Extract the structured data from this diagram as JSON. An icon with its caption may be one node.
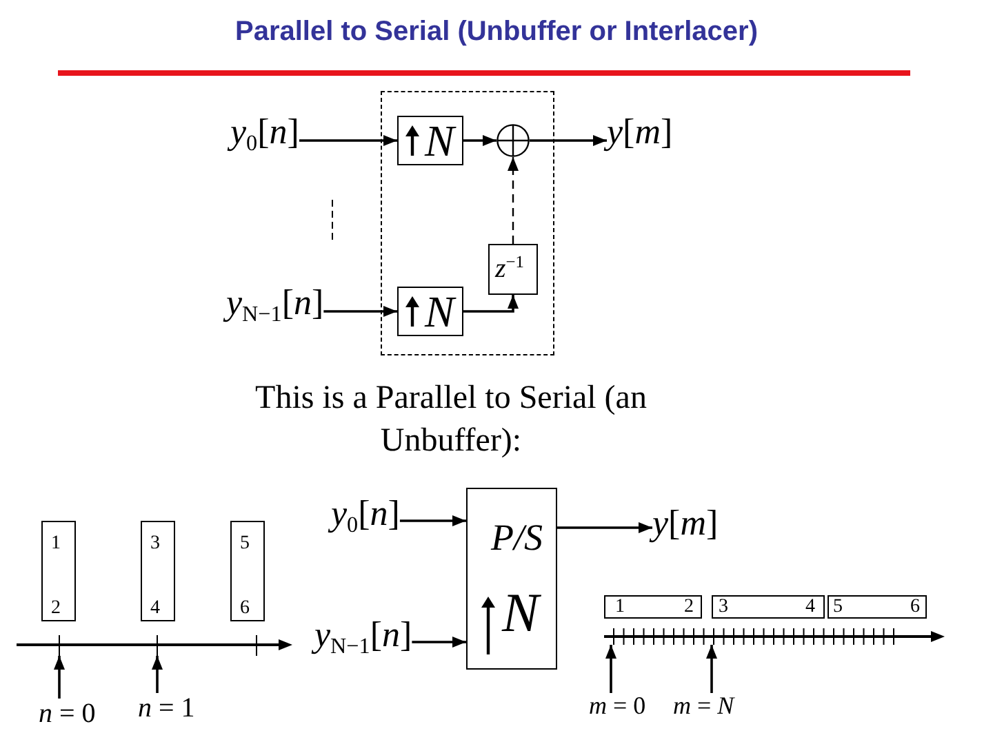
{
  "diagram": {
    "title": "Parallel to Serial (Unbuffer or Interlacer)",
    "nodes": [
      {
        "text": [],
        "shape": "box"
      },
      {
        "text": [
          "*y*$_{0}$[*n*]"
        ]
      },
      {
        "text": [
          "N"
        ],
        "in": 0
      },
      {
        "text": [],
        "shape": "circle",
        "in": 0
      },
      {
        "text": [
          "*y*[*m*]"
        ]
      },
      {
        "text": [
          "*y*$_{N−1}$[*n*]"
        ]
      },
      {
        "text": [
          "N"
        ],
        "in": 0
      },
      {
        "text": [
          "*z*$^{−1}$"
        ],
        "in": 0
      },
      {
        "text": [
          "1",
          "2"
        ]
      },
      {
        "text": [
          "3",
          "4"
        ]
      },
      {
        "text": [
          "5",
          "6"
        ]
      },
      {
        "text": [],
        "shape": "axis"
      },
      {
        "text": [
          "*n* = 0"
        ]
      },
      {
        "text": [
          "*n* = 1"
        ]
      },
      {
        "text": [
          "*y*$_{0}$[*n*]"
        ]
      },
      {
        "text": [
          "P/S",
          "N"
        ]
      },
      {
        "text": [
          "*y*[*m*]"
        ]
      },
      {
        "text": [
          "*y*$_{N−1}$[*n*]"
        ]
      },
      {
        "text": [
          "1",
          "2"
        ]
      },
      {
        "text": [
          "3",
          "4"
        ]
      },
      {
        "text": [
          "5",
          "6"
        ]
      },
      {
        "text": [],
        "shape": "axis"
      },
      {
        "text": [
          "*m* = 0"
        ]
      },
      {
        "text": [
          "*m* = *N*"
        ]
      }
    ],
    "edges": [
      {
        "from": 1,
        "to": 2,
        "arrow": "to"
      },
      {
        "from": 2,
        "to": 3,
        "arrow": "to"
      },
      {
        "from": 3,
        "to": 4,
        "arrow": "to"
      },
      {
        "from": 5,
        "to": 6,
        "arrow": "to"
      },
      {
        "from": 6,
        "to": 7,
        "arrow": "to"
      },
      {
        "from": 7,
        "to": 3,
        "arrow": "to",
        "style": "dashed"
      },
      {
        "from": 12,
        "to": 11,
        "arrow": "to"
      },
      {
        "from": 13,
        "to": 11,
        "arrow": "to"
      },
      {
        "from": 14,
        "to": 15,
        "arrow": "to"
      },
      {
        "from": 17,
        "to": 15,
        "arrow": "to"
      },
      {
        "from": 15,
        "to": 16,
        "arrow": "to"
      },
      {
        "from": 22,
        "to": 21,
        "arrow": "to"
      },
      {
        "from": 23,
        "to": 21,
        "arrow": "to"
      }
    ],
    "labels": [
      "This is a Parallel to Serial (an Unbuffer):"
    ]
  }
}
